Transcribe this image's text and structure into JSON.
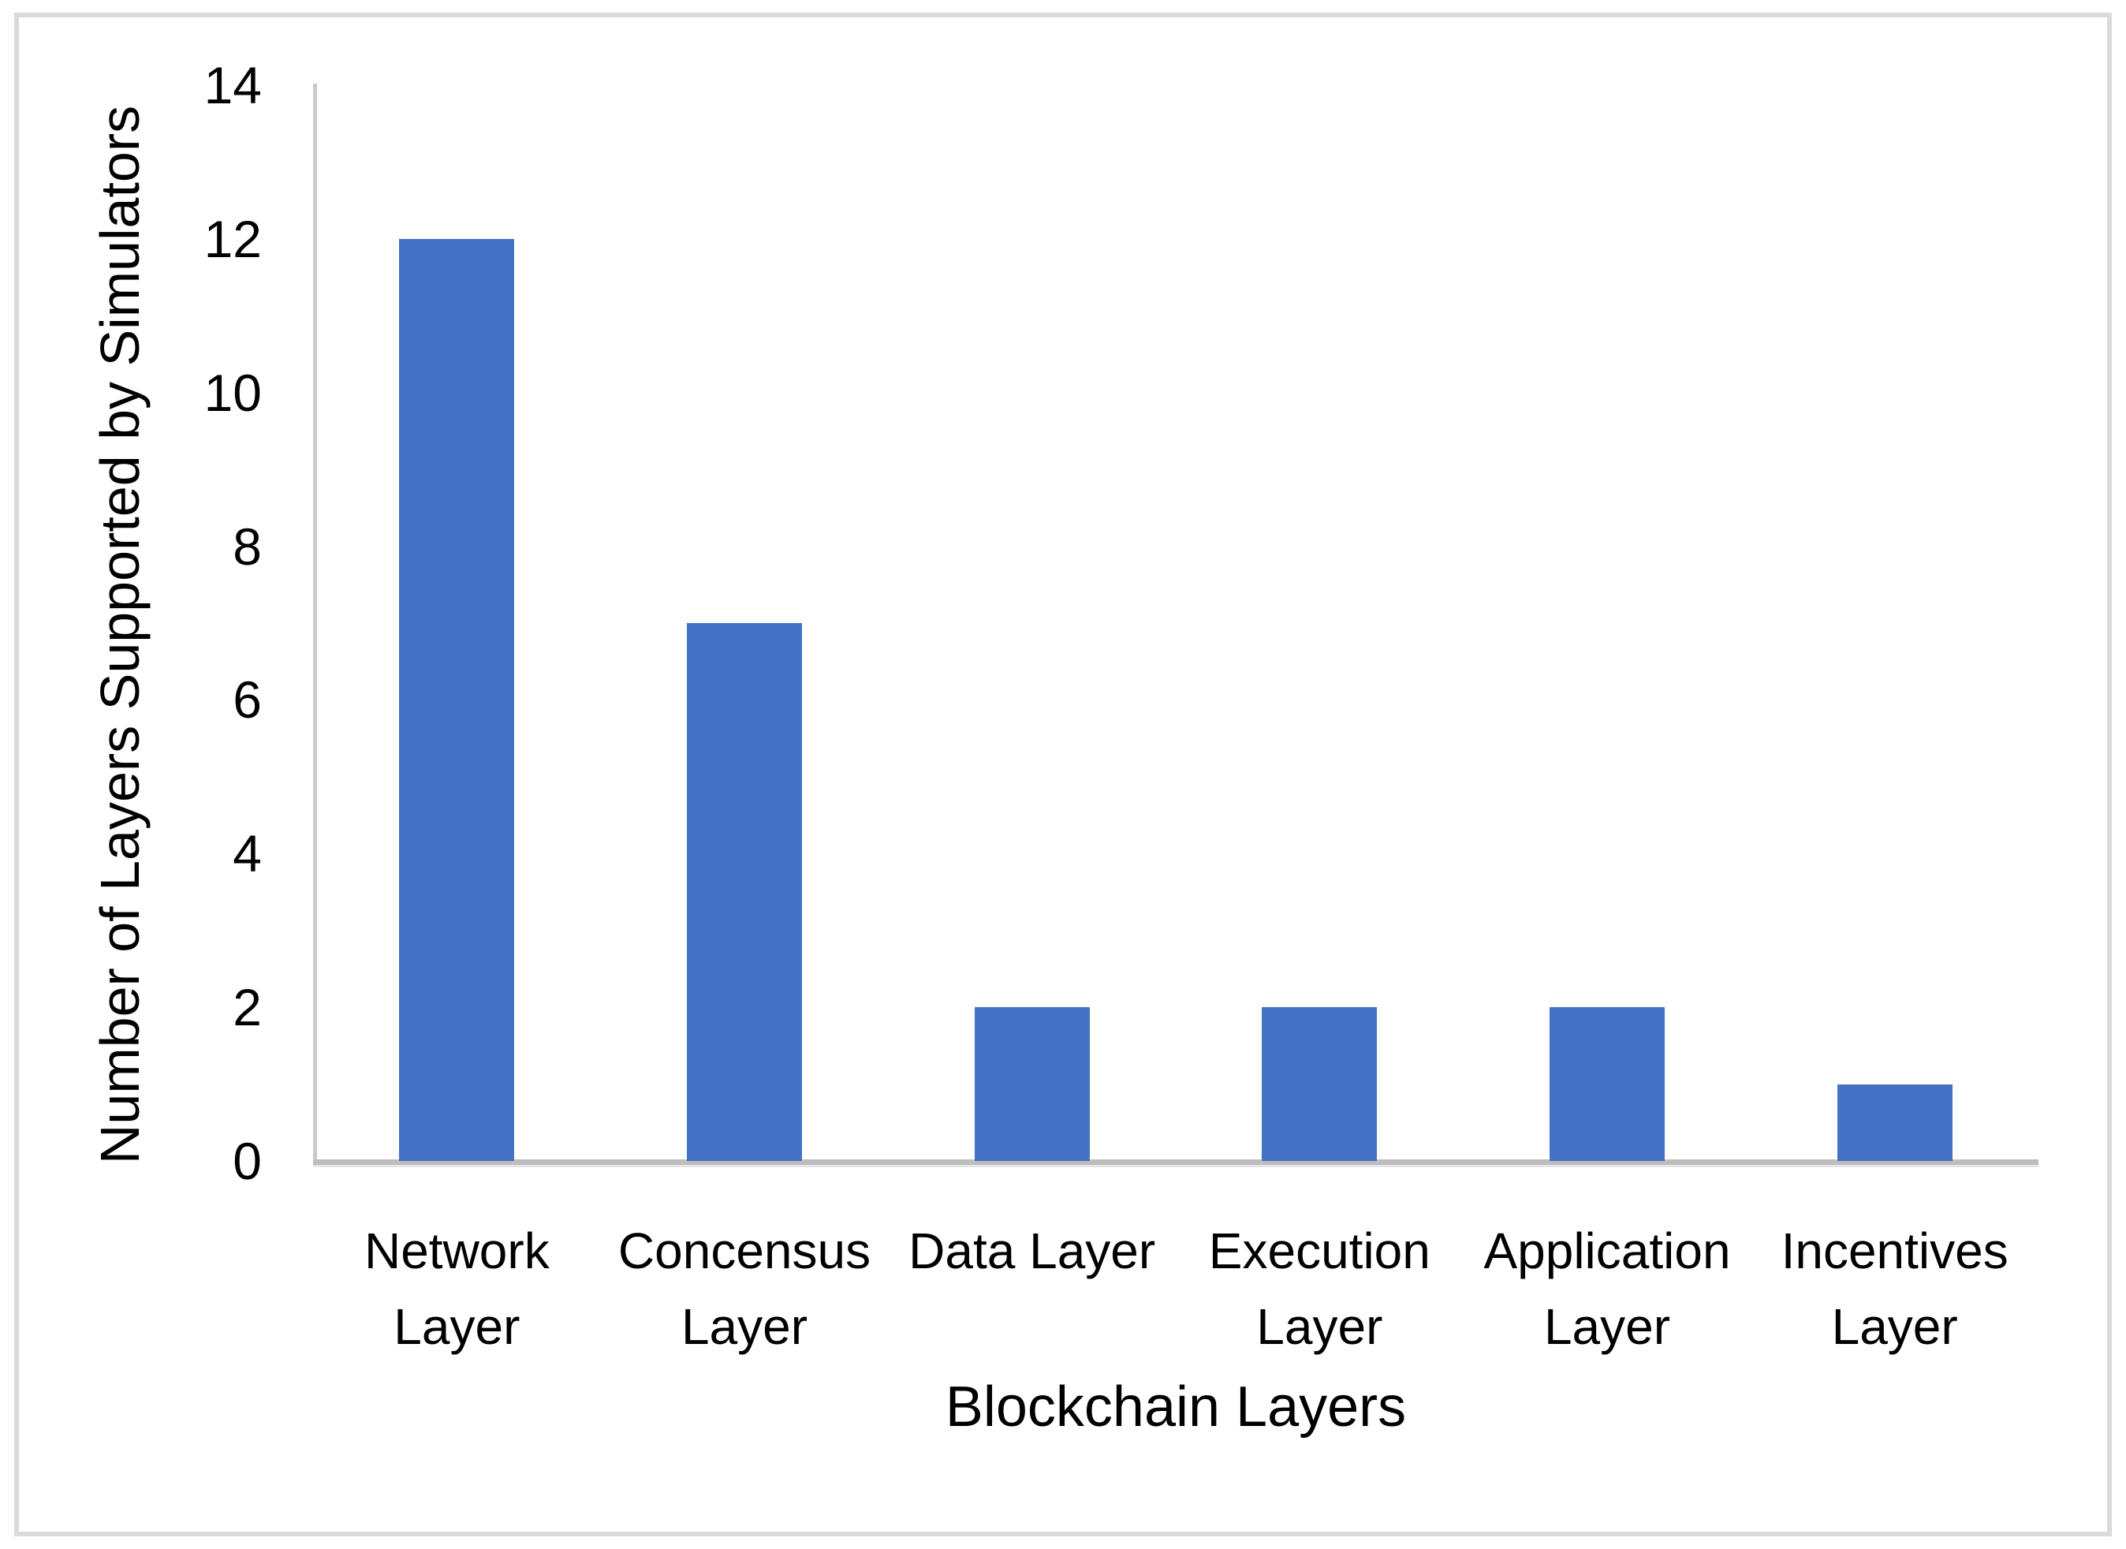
{
  "figure": {
    "background_color": "#ffffff",
    "border_color": "#dadada"
  },
  "chart_data": {
    "type": "bar",
    "title": "",
    "xlabel": "Blockchain Layers",
    "ylabel": "Number of Layers Supported by Simulators",
    "categories": [
      "Network Layer",
      "Concensus Layer",
      "Data Layer",
      "Execution Layer",
      "Application Layer",
      "Incentives Layer"
    ],
    "category_tick_labels": [
      "Network\nLayer",
      "Concensus\nLayer",
      "Data Layer",
      "Execution\nLayer",
      "Application\nLayer",
      "Incentives\nLayer"
    ],
    "values": [
      12,
      7,
      2,
      2,
      2,
      1
    ],
    "ylim": [
      0,
      14
    ],
    "yticks": [
      0,
      2,
      4,
      6,
      8,
      10,
      12,
      14
    ],
    "grid": false,
    "legend": false,
    "bar_color": "#4472c4",
    "axis_line_color": "#bfbfbf",
    "text_color": "#000000"
  }
}
